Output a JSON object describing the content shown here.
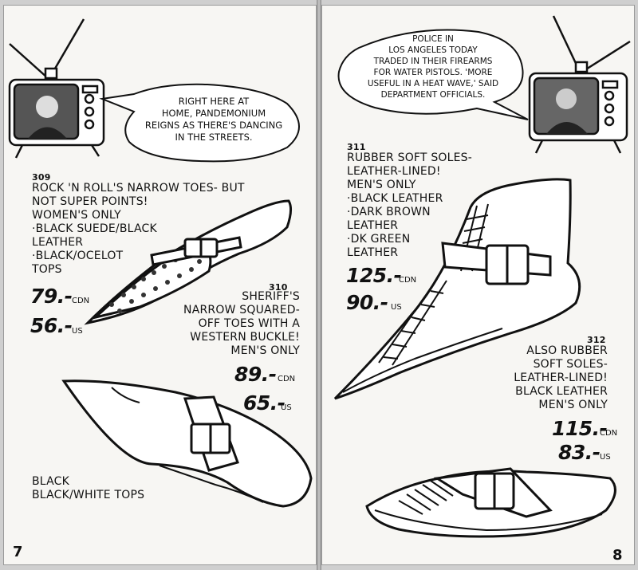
{
  "left_page": {
    "page_number": "7",
    "speech_bubble": [
      "RIGHT HERE AT",
      "HOME, PANDEMONIUM",
      "REIGNS AS THERE'S DANCING",
      "IN THE STREETS."
    ],
    "item_309": {
      "number": "309",
      "lines": [
        "ROCK 'N ROLL'S NARROW TOES- BUT",
        "NOT SUPER POINTS!",
        "WOMEN'S ONLY",
        "·BLACK SUEDE/BLACK",
        "LEATHER",
        "·BLACK/OCELOT",
        "TOPS"
      ],
      "price_cdn": "79.-",
      "cdn_label": "CDN",
      "price_us": "56.-",
      "us_label": "US"
    },
    "item_310": {
      "number": "310",
      "lines": [
        "SHERIFF'S",
        "NARROW SQUARED-",
        "OFF TOES WITH A",
        "WESTERN BUCKLE!",
        "MEN'S ONLY"
      ],
      "price_cdn": "89.-",
      "cdn_label": "CDN",
      "price_us": "65.-",
      "us_label": "US",
      "colors": [
        "BLACK",
        "BLACK/WHITE TOPS"
      ]
    }
  },
  "right_page": {
    "page_number": "8",
    "speech_bubble": [
      "POLICE IN",
      "LOS ANGELES TODAY",
      "TRADED IN THEIR FIREARMS",
      "FOR WATER PISTOLS. 'MORE",
      "USEFUL IN A HEAT WAVE,' SAID",
      "DEPARTMENT OFFICIALS."
    ],
    "item_311": {
      "number": "311",
      "lines": [
        "RUBBER SOFT SOLES-",
        "LEATHER-LINED!",
        "MEN'S ONLY",
        "·BLACK LEATHER",
        "·DARK BROWN",
        "LEATHER",
        "·DK GREEN",
        "LEATHER"
      ],
      "price_cdn": "125.-",
      "cdn_label": "CDN",
      "price_us": "90.-",
      "us_label": "US"
    },
    "item_312": {
      "number": "312",
      "lines": [
        "ALSO RUBBER",
        "SOFT SOLES-",
        "LEATHER-LINED!",
        "BLACK LEATHER",
        "MEN'S ONLY"
      ],
      "price_cdn": "115.-",
      "cdn_label": "CDN",
      "price_us": "83.-",
      "us_label": "US"
    }
  }
}
